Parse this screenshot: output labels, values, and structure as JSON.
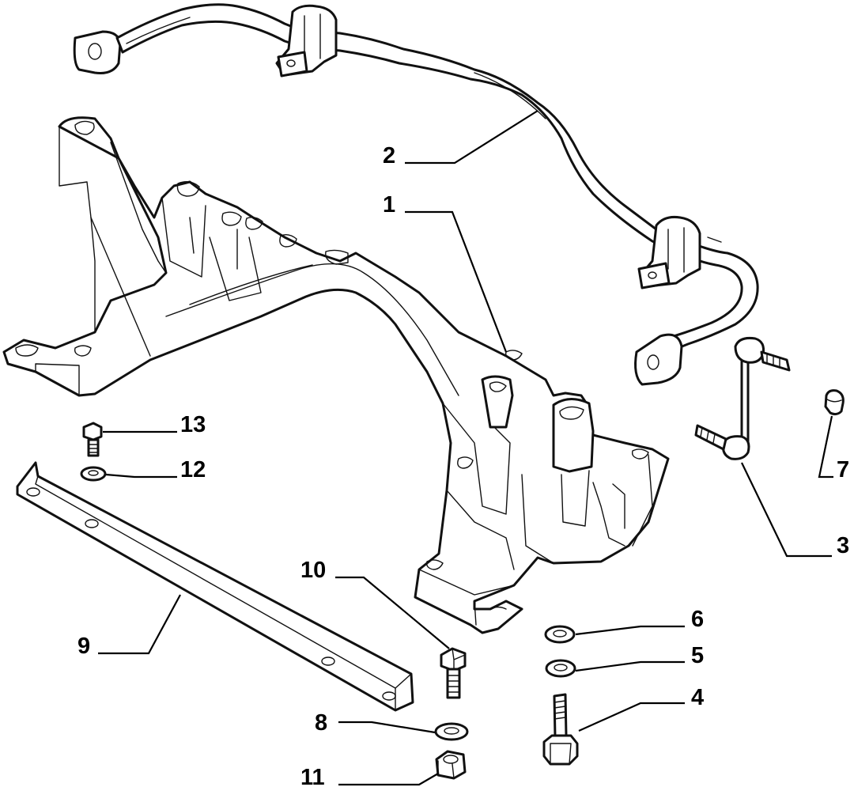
{
  "callouts": [
    {
      "id": "1",
      "text": "1"
    },
    {
      "id": "2",
      "text": "2"
    },
    {
      "id": "3",
      "text": "3"
    },
    {
      "id": "4",
      "text": "4"
    },
    {
      "id": "5",
      "text": "5"
    },
    {
      "id": "6",
      "text": "6"
    },
    {
      "id": "7",
      "text": "7"
    },
    {
      "id": "8",
      "text": "8"
    },
    {
      "id": "9",
      "text": "9"
    },
    {
      "id": "10",
      "text": "10"
    },
    {
      "id": "11",
      "text": "11"
    },
    {
      "id": "12",
      "text": "12"
    },
    {
      "id": "13",
      "text": "13"
    }
  ],
  "colors": {
    "line": "#111111",
    "fill": "#ffffff",
    "background": "#ffffff"
  }
}
